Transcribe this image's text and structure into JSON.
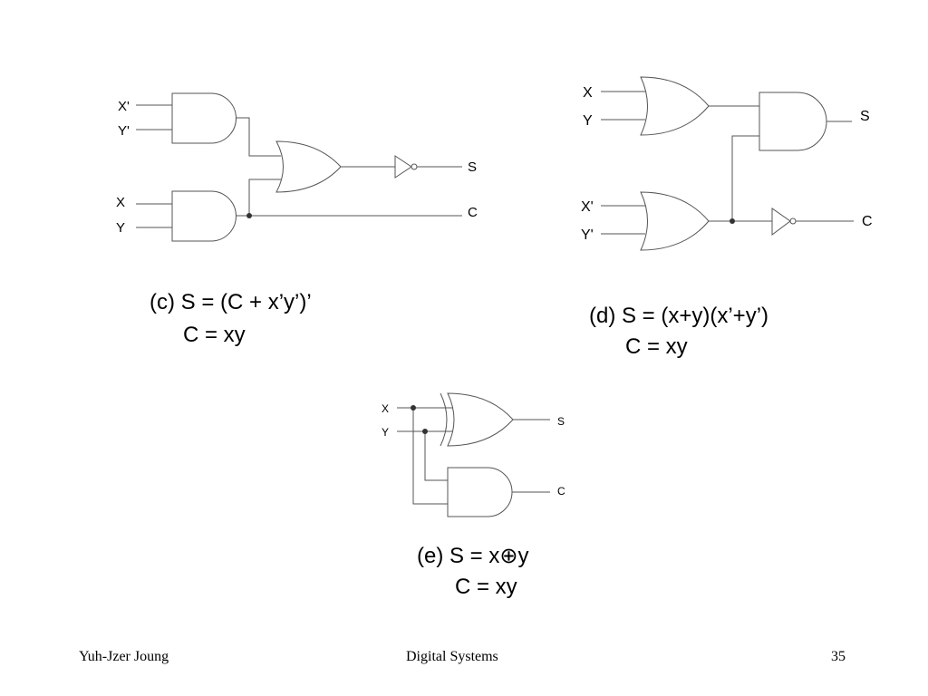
{
  "circuit_c": {
    "labels": {
      "x_prime": "X'",
      "y_prime": "Y'",
      "x": "X",
      "y": "Y",
      "s": "S",
      "c": "C"
    },
    "equation_line1": "(c) S = (C + x’y’)’",
    "equation_line2": "C = xy"
  },
  "circuit_d": {
    "labels": {
      "x": "X",
      "y": "Y",
      "x_prime": "X'",
      "y_prime": "Y'",
      "s": "S",
      "c": "C"
    },
    "equation_line1": "(d) S = (x+y)(x’+y’)",
    "equation_line2": "C = xy"
  },
  "circuit_e": {
    "labels": {
      "x": "X",
      "y": "Y",
      "s": "S",
      "c": "C"
    },
    "equation_line1": "(e) S = x⊕y",
    "equation_line2": "C = xy"
  },
  "footer": {
    "author": "Yuh-Jzer Joung",
    "course": "Digital Systems",
    "page": "35"
  }
}
